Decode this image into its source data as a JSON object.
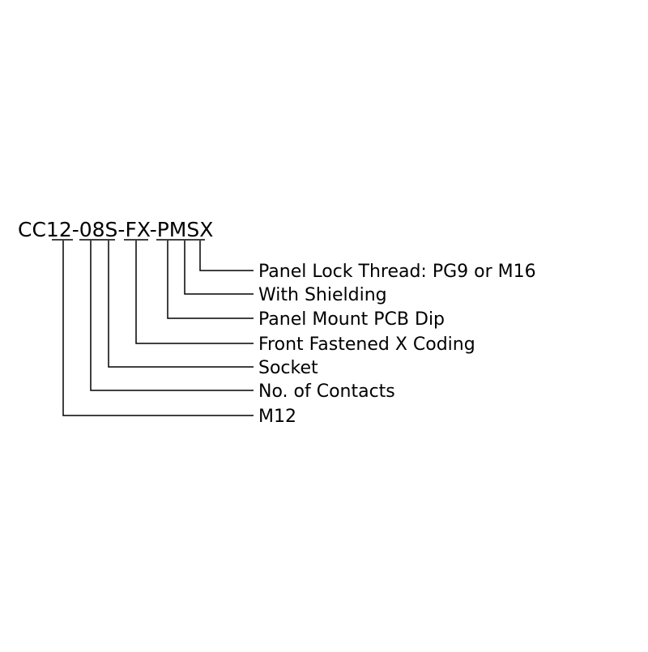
{
  "part_number": "CC12-08S-FX-PMSX",
  "labels": [
    "Panel Lock Thread: PG9 or M16",
    "With Shielding",
    "Panel Mount PCB Dip",
    "Front Fastened X Coding",
    "Socket",
    "No. of Contacts",
    "M12"
  ],
  "colors": {
    "line": "#000000",
    "text": "#000000"
  }
}
